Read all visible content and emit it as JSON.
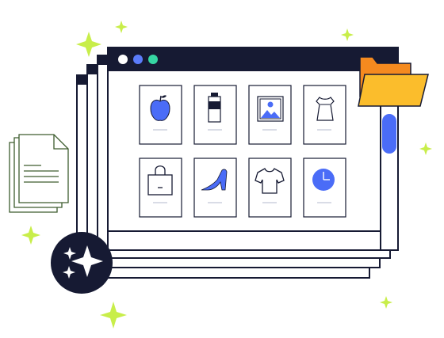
{
  "illustration": {
    "window_controls": [
      "close",
      "minimize",
      "maximize"
    ],
    "tiles": [
      {
        "icon": "apple-icon"
      },
      {
        "icon": "battery-icon"
      },
      {
        "icon": "image-icon"
      },
      {
        "icon": "dress-icon"
      },
      {
        "icon": "shopping-bag-icon"
      },
      {
        "icon": "high-heel-shoe-icon"
      },
      {
        "icon": "t-shirt-icon"
      },
      {
        "icon": "clock-icon"
      }
    ],
    "decorations": [
      "document-icon",
      "folder-icon",
      "sparkle-badge-icon",
      "sparkle-icon"
    ]
  },
  "colors": {
    "ink": "#161a33",
    "accent_blue": "#4a6cf7",
    "sparkle_green": "#c8ee4a",
    "folder_orange": "#f58a1f",
    "folder_yellow": "#fbbd2c",
    "doc_green": "#3d5c2e",
    "dot_white": "#ffffff",
    "dot_blue": "#5b7cfa",
    "dot_teal": "#36d6a3",
    "placeholder_gray": "#d9dce6"
  }
}
